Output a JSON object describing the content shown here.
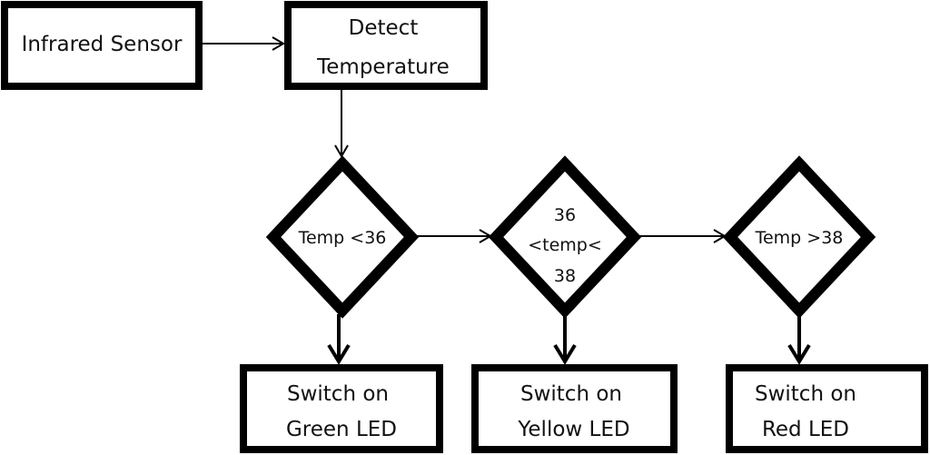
{
  "diagram": {
    "type": "flowchart",
    "nodes": {
      "sensor": {
        "shape": "rectangle",
        "lines": [
          "Infrared Sensor"
        ]
      },
      "detect": {
        "shape": "rectangle",
        "lines": [
          "Detect",
          "Temperature"
        ]
      },
      "dec_low": {
        "shape": "diamond",
        "lines": [
          "Temp <36"
        ]
      },
      "dec_mid": {
        "shape": "diamond",
        "lines": [
          "36",
          "<temp<",
          "38"
        ]
      },
      "dec_high": {
        "shape": "diamond",
        "lines": [
          "Temp >38"
        ]
      },
      "led_green": {
        "shape": "rectangle",
        "lines": [
          "Switch on",
          "Green LED"
        ]
      },
      "led_yellow": {
        "shape": "rectangle",
        "lines": [
          "Switch on",
          "Yellow LED"
        ]
      },
      "led_red": {
        "shape": "rectangle",
        "lines": [
          "Switch on",
          "Red LED"
        ]
      }
    },
    "edges": [
      {
        "from": "sensor",
        "to": "detect"
      },
      {
        "from": "detect",
        "to": "dec_low"
      },
      {
        "from": "dec_low",
        "to": "dec_mid"
      },
      {
        "from": "dec_mid",
        "to": "dec_high"
      },
      {
        "from": "dec_low",
        "to": "led_green"
      },
      {
        "from": "dec_mid",
        "to": "led_yellow"
      },
      {
        "from": "dec_high",
        "to": "led_red"
      }
    ],
    "colors": {
      "stroke": "#000000",
      "fill": "#ffffff",
      "text": "#111111"
    }
  }
}
